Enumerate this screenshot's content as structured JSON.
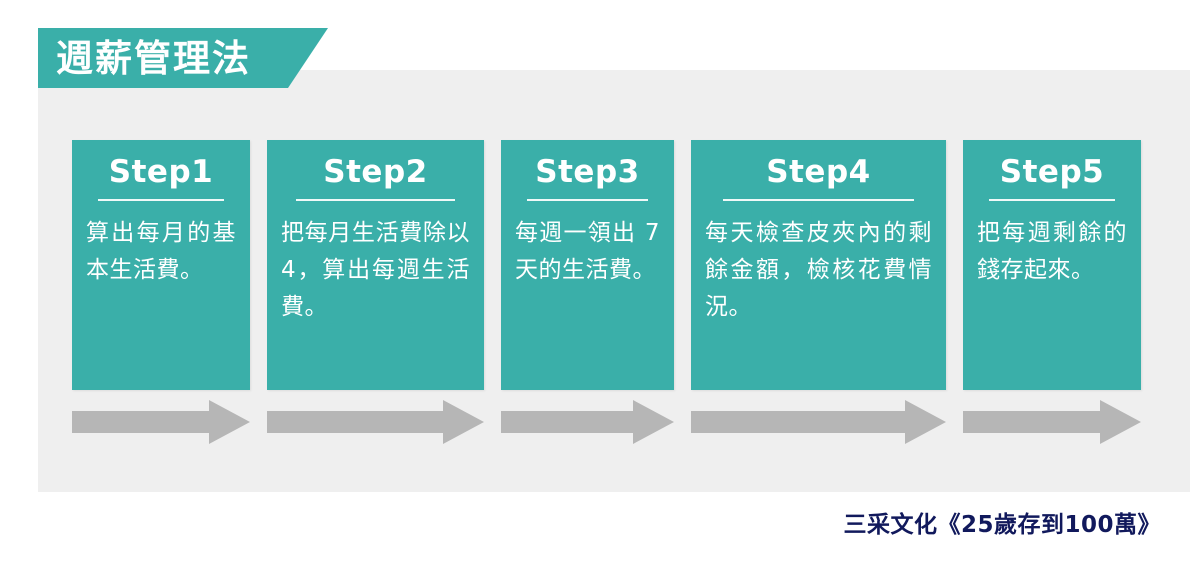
{
  "banner": {
    "title": "週薪管理法",
    "bg_color": "#3aafa9",
    "text_color": "#ffffff"
  },
  "panel": {
    "bg_color": "#efefef"
  },
  "steps": [
    {
      "heading": "Step1",
      "body": "算出每月的基本生活費。",
      "arrow_name": "arrow-step1"
    },
    {
      "heading": "Step2",
      "body": "把每月生活費除以 4，算出每週生活費。",
      "arrow_name": "arrow-step2"
    },
    {
      "heading": "Step3",
      "body": "每週一領出 7 天的生活費。",
      "arrow_name": "arrow-step3"
    },
    {
      "heading": "Step4",
      "body": "每天檢查皮夾內的剩餘金額，檢核花費情況。",
      "arrow_name": "arrow-step4"
    },
    {
      "heading": "Step5",
      "body": "把每週剩餘的錢存起來。",
      "arrow_name": "arrow-step5"
    }
  ],
  "card_color": "#3aafa9",
  "card_text_color": "#ffffff",
  "arrow_color": "#b6b6b6",
  "credit": {
    "text": "三采文化《25歲存到100萬》",
    "color": "#11195c"
  }
}
